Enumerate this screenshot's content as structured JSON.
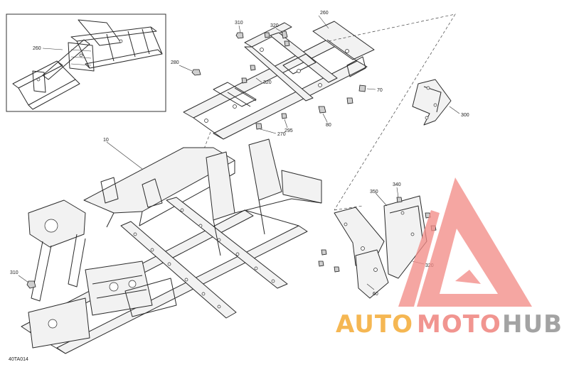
{
  "diagram": {
    "drawing_code": "40TA014",
    "callouts": {
      "inset_frame": "260",
      "main_frame": "10",
      "upper_frame": "260",
      "nut_280": "280",
      "nut_310_top": "310",
      "nut_310_left": "310",
      "bolt_320_top": "320",
      "bolt_320_mid": "320",
      "bolt_320_right": "320",
      "bolt_70": "70",
      "bolt_270": "270",
      "bolt_295": "295",
      "nut_80": "80",
      "bracket_300": "300",
      "nut_340": "340",
      "plate_350": "350",
      "bracket_60": "60"
    }
  },
  "watermark": {
    "brand_part1": "AUTO",
    "brand_part2": "MOTO",
    "brand_part3": "HUB",
    "colors": {
      "triangle": "#f28b86",
      "auto": "#f5b041",
      "moto": "#f08a84",
      "hub": "#9a9a9a"
    }
  }
}
